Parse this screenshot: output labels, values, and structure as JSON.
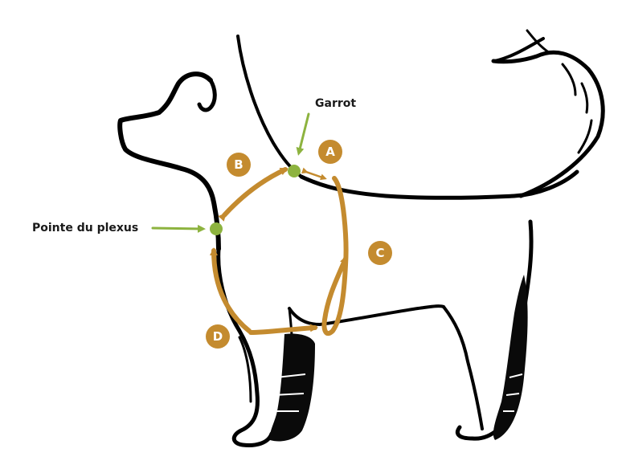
{
  "labels": {
    "garrot": "Garrot",
    "pointe": "Pointe du plexus"
  },
  "badges": {
    "a": "A",
    "b": "B",
    "c": "C",
    "d": "D"
  },
  "colors": {
    "outline": "#000000",
    "measure": "#c48b2f",
    "point": "#8db33f",
    "pointer": "#8db33f"
  }
}
